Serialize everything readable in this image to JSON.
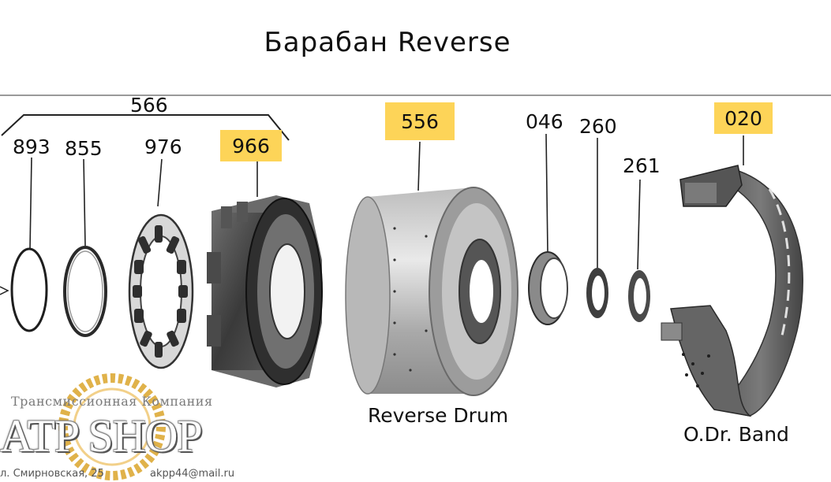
{
  "title": "Барабан Reverse",
  "group": {
    "label": "566"
  },
  "parts": [
    {
      "id": "893",
      "highlighted": false
    },
    {
      "id": "855",
      "highlighted": false
    },
    {
      "id": "976",
      "highlighted": false
    },
    {
      "id": "966",
      "highlighted": true
    },
    {
      "id": "556",
      "highlighted": true
    },
    {
      "id": "046",
      "highlighted": false
    },
    {
      "id": "260",
      "highlighted": false
    },
    {
      "id": "261",
      "highlighted": false
    },
    {
      "id": "020",
      "highlighted": true
    }
  ],
  "captions": {
    "drum": "Reverse Drum",
    "band": "O.Dr. Band"
  },
  "logo": {
    "company": "Трансмиссионная Компания",
    "brand": "ATP SHOP",
    "address": "л. Смирновская, 25",
    "email": "akpp44@mail.ru"
  },
  "colors": {
    "highlight": "#fdd458",
    "rule": "#9a9a9a",
    "text": "#111111"
  }
}
